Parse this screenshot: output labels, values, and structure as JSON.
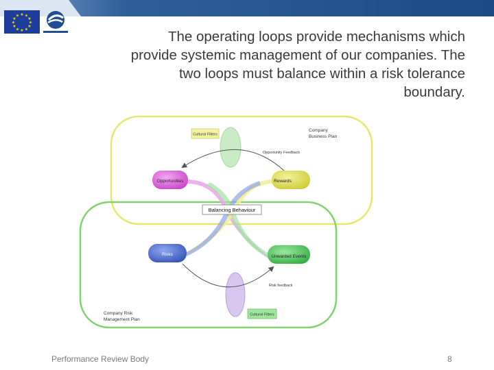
{
  "slide": {
    "headline_lines": [
      "The operating loops provide mechanisms which",
      "provide systemic management of  our companies. The",
      "two loops must balance within a risk tolerance",
      "boundary."
    ]
  },
  "diagram": {
    "business_plan_label_1": "Company",
    "business_plan_label_2": "Business Plan",
    "risk_plan_label_1": "Company Risk",
    "risk_plan_label_2": "Management Plan",
    "cultural_filters_top": "Cultural Filters",
    "cultural_filters_bottom": "Cultural Filters",
    "opportunity_feedback": "Opportunity Feedback",
    "risk_feedback": "Risk feedback",
    "opportunities": "Opportunities",
    "rewards": "Rewards",
    "risks": "Risks",
    "unwanted_events": "Unwanted Events",
    "balancing": "Balancing Behaviour"
  },
  "footer": {
    "organisation": "Performance Review Body",
    "page_number": "8"
  },
  "colors": {
    "band": "#1c4a84",
    "business_loop": "#e6e86a",
    "risk_loop": "#7fd36a",
    "opportunities": "#d74fd6",
    "rewards": "#d8d63a",
    "risks": "#3d5fc8",
    "unwanted_events": "#3fbf4a",
    "cultural_filter_top": "#c9ecc6",
    "cultural_filter_bottom": "#d9c6ef"
  }
}
